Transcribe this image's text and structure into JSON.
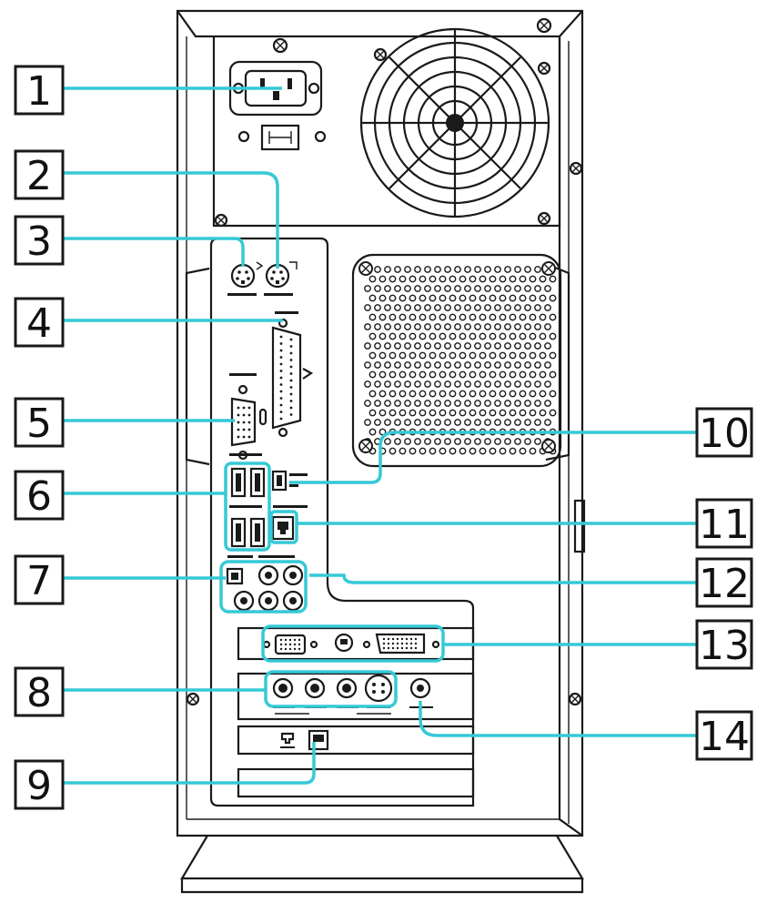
{
  "callouts": [
    {
      "id": "1"
    },
    {
      "id": "2"
    },
    {
      "id": "3"
    },
    {
      "id": "4"
    },
    {
      "id": "5"
    },
    {
      "id": "6"
    },
    {
      "id": "7"
    },
    {
      "id": "8"
    },
    {
      "id": "9"
    },
    {
      "id": "10"
    },
    {
      "id": "11"
    },
    {
      "id": "12"
    },
    {
      "id": "13"
    },
    {
      "id": "14"
    }
  ],
  "colors": {
    "highlight": "#35c9d6",
    "ink": "#1a1a1a",
    "background": "#ffffff"
  }
}
